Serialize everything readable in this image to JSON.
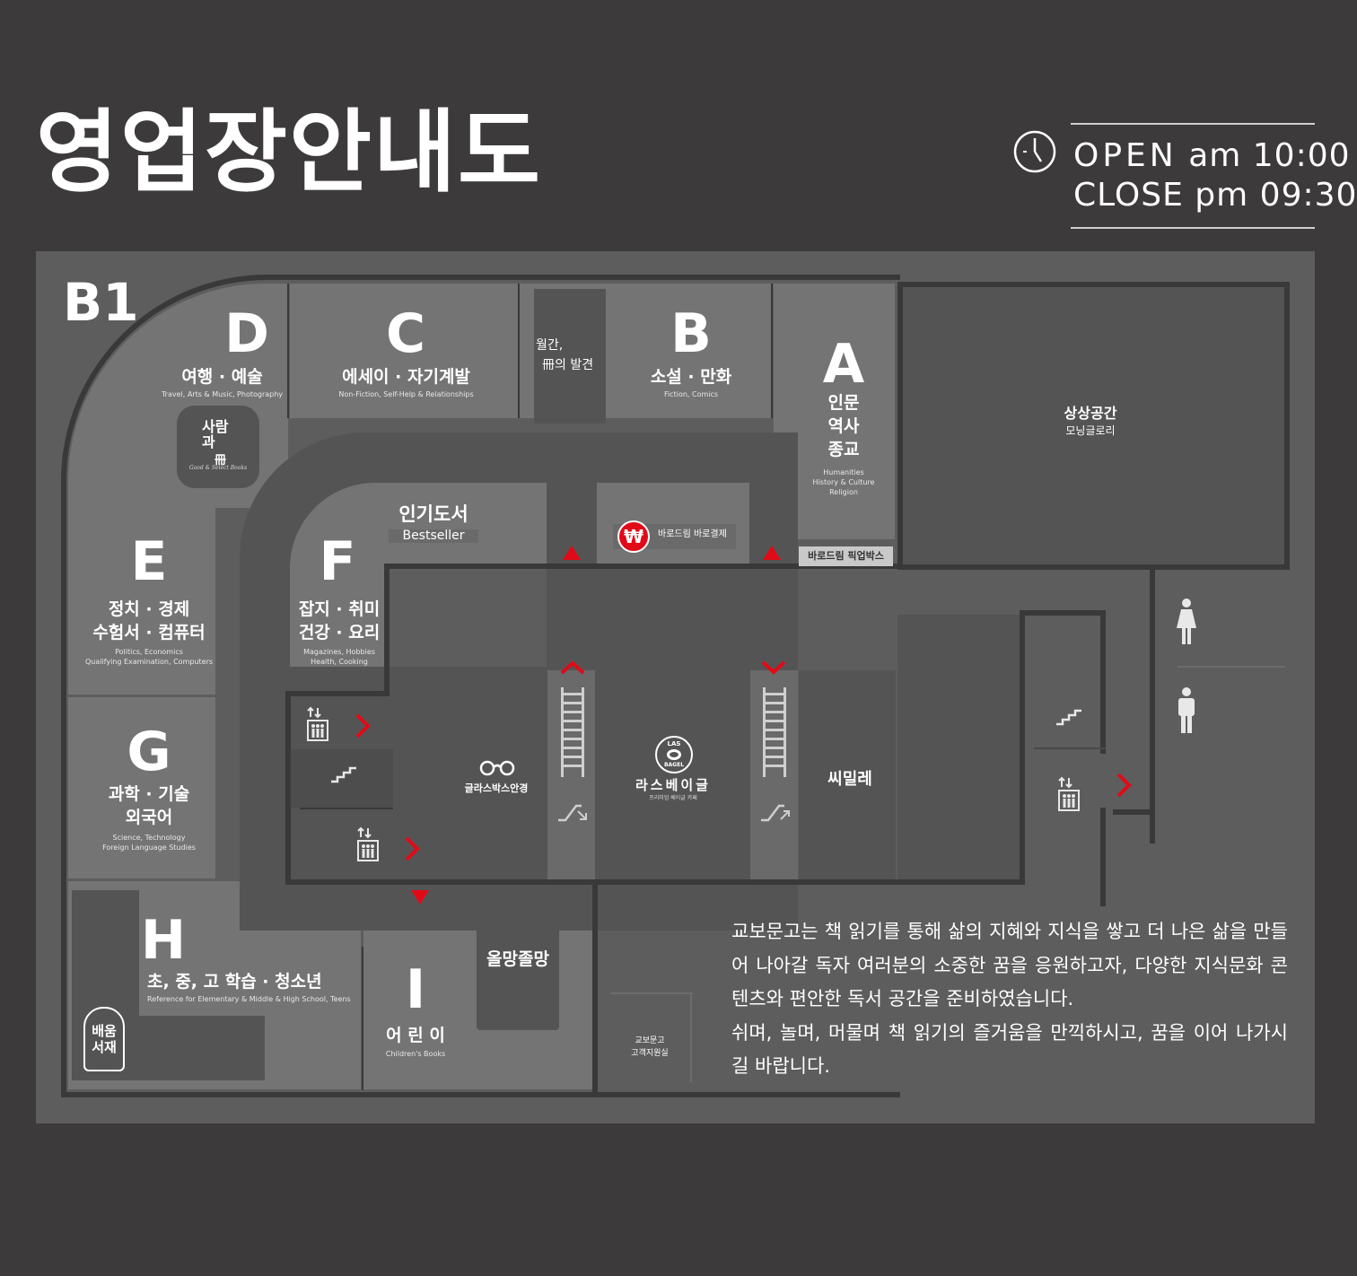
{
  "title": "영업장안내도",
  "hours": {
    "open_label": "OPEN",
    "open_time": "am 10:00",
    "close_label": "CLOSE",
    "close_time": "pm 09:30"
  },
  "floor": "B1",
  "zones": {
    "D": {
      "letter": "D",
      "kor": "여행 · 예술",
      "eng": "Travel, Arts & Music, Photography"
    },
    "C": {
      "letter": "C",
      "kor": "에세이 · 자기계발",
      "eng": "Non-Fiction, Self-Help & Relationships"
    },
    "monthly": {
      "line1": "월간,",
      "line2": "冊의 발견"
    },
    "B": {
      "letter": "B",
      "kor": "소설 · 만화",
      "eng": "Fiction, Comics"
    },
    "A": {
      "letter": "A",
      "kor1": "인문",
      "kor2": "역사",
      "kor3": "종교",
      "eng1": "Humanities",
      "eng2": "History & Culture",
      "eng3": "Religion"
    },
    "E": {
      "letter": "E",
      "kor1": "정치 · 경제",
      "kor2": "수험서 · 컴퓨터",
      "eng1": "Politics, Economics",
      "eng2": "Qualifying Examination, Computers"
    },
    "F": {
      "letter": "F",
      "kor1": "잡지 · 취미",
      "kor2": "건강 · 요리",
      "eng1": "Magazines, Hobbies",
      "eng2": "Health, Cooking"
    },
    "G": {
      "letter": "G",
      "kor1": "과학 · 기술",
      "kor2": "외국어",
      "eng1": "Science, Technology",
      "eng2": "Foreign Language Studies"
    },
    "H": {
      "letter": "H",
      "kor": "초, 중, 고 학습 · 청소년",
      "eng": "Reference for Elementary & Middle & High School, Teens"
    },
    "I": {
      "letter": "I",
      "kor": "어 린 이",
      "eng": "Children's Books"
    }
  },
  "stores": {
    "saramgwa_book_line1": "사람과",
    "saramgwa_book_line2": "冊",
    "saramgwa_book_sub": "Good & Select Books",
    "bestseller_kor": "인기도서",
    "bestseller_eng": "Bestseller",
    "baro_pay": "바로드림 바로결제",
    "won_symbol": "₩",
    "pickup_box": "바로드림 픽업박스",
    "sangsang_line1": "상상공간",
    "sangsang_line2": "모닝글로리",
    "glasses": "글라스박스안경",
    "las_bagel": "라스베이글",
    "las_bagel_sub": "프리미엄 베이글 카페",
    "las_badge_top": "LAS",
    "las_badge_bottom": "BAGEL",
    "ssimille": "씨밀레",
    "olmang": "올망졸망",
    "baeum_line1": "배움",
    "baeum_line2": "서재",
    "customer_center_line1": "교보문고",
    "customer_center_line2": "고객지원실"
  },
  "intro": {
    "para1": "교보문고는 책 읽기를 통해 삶의 지혜와 지식을 쌓고 더 나은 삶을 만들어 나아갈 독자 여러분의 소중한 꿈을 응원하고자, 다양한 지식문화 콘텐츠와 편안한 독서 공간을 준비하였습니다.",
    "para2": "쉬며, 놀며, 머물며 책 읽기의 즐거움을 만끽하시고, 꿈을 이어 나가시길 바랍니다."
  },
  "colors": {
    "background": "#3c3a3b",
    "map": "#5d5d5d",
    "zone": "#747474",
    "accent_red": "#e10a17"
  },
  "icons": [
    "clock-icon",
    "elevator-icon",
    "stairs-icon",
    "escalator-icon",
    "female-restroom-icon",
    "male-restroom-icon",
    "arrow-up-icon",
    "arrow-down-icon",
    "arrow-right-icon",
    "glasses-icon"
  ]
}
